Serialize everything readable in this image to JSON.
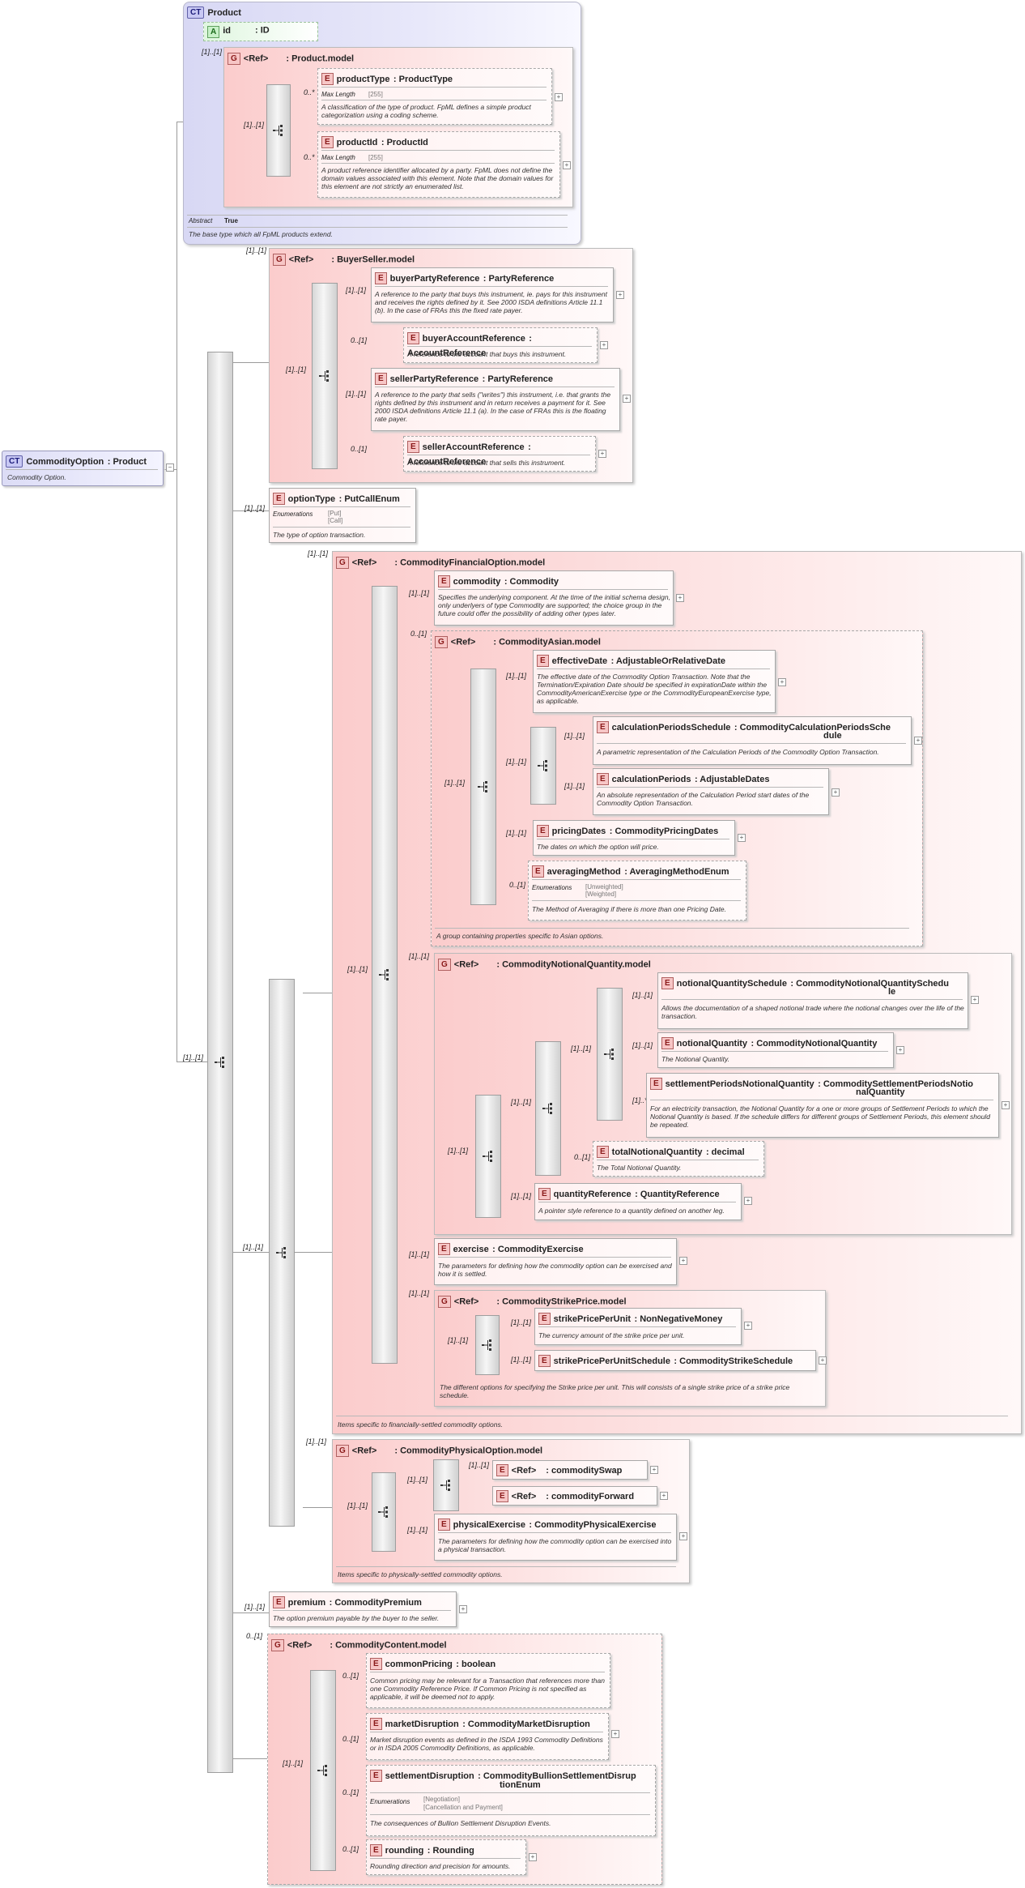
{
  "root": {
    "badge": "CT",
    "name": "CommodityOption",
    "type": ": Product",
    "doc": "Commodity Option."
  },
  "product": {
    "badge": "CT",
    "name": "Product",
    "attr_badge": "A",
    "attr_name": "id",
    "attr_type": ": ID",
    "abstract_label": "Abstract",
    "abstract_value": "True",
    "doc": "The base type which all FpML products extend."
  },
  "groups": {
    "product_model": {
      "badge": "G",
      "ref": "<Ref>",
      "name": ": Product.model"
    },
    "buyer_seller": {
      "badge": "G",
      "ref": "<Ref>",
      "name": ": BuyerSeller.model"
    },
    "financial_option": {
      "badge": "G",
      "ref": "<Ref>",
      "name": ": CommodityFinancialOption.model",
      "doc": "Items specific to financially-settled commodity options."
    },
    "asian": {
      "badge": "G",
      "ref": "<Ref>",
      "name": ": CommodityAsian.model",
      "doc": "A group containing properties specific to Asian options."
    },
    "notional": {
      "badge": "G",
      "ref": "<Ref>",
      "name": ": CommodityNotionalQuantity.model"
    },
    "strike": {
      "badge": "G",
      "ref": "<Ref>",
      "name": ": CommodityStrikePrice.model",
      "doc": "The different options for specifying the Strike price per unit. This will consists of a single strike price of a strike price schedule."
    },
    "physical_option": {
      "badge": "G",
      "ref": "<Ref>",
      "name": ": CommodityPhysicalOption.model",
      "doc": "Items specific to physically-settled commodity options."
    },
    "content": {
      "badge": "G",
      "ref": "<Ref>",
      "name": ": CommodityContent.model"
    }
  },
  "elements": {
    "productType": {
      "badge": "E",
      "name": "productType",
      "type": ": ProductType",
      "facet_label": "Max Length",
      "facet_value": "[255]",
      "doc": "A classification of the type of product. FpML defines a simple product categorization using a coding scheme."
    },
    "productId": {
      "badge": "E",
      "name": "productId",
      "type": ": ProductId",
      "facet_label": "Max Length",
      "facet_value": "[255]",
      "doc": "A product reference identifier allocated by a party. FpML does not define the domain values associated with this element. Note that the domain values for this element are not strictly an enumerated list."
    },
    "buyerPartyReference": {
      "badge": "E",
      "name": "buyerPartyReference",
      "type": ": PartyReference",
      "doc": "A reference to the party that buys this instrument, ie. pays for this instrument and receives the rights defined by it. See 2000 ISDA definitions Article 11.1 (b). In the case of FRAs this the fixed rate payer."
    },
    "buyerAccountReference": {
      "badge": "E",
      "name": "buyerAccountReference",
      "type": ": AccountReference",
      "doc": "A reference to the account that buys this instrument."
    },
    "sellerPartyReference": {
      "badge": "E",
      "name": "sellerPartyReference",
      "type": ": PartyReference",
      "doc": "A reference to the party that sells (\"writes\") this instrument, i.e. that grants the rights defined by this instrument and in return receives a payment for it. See 2000 ISDA definitions Article 11.1 (a). In the case of FRAs this is the floating rate payer."
    },
    "sellerAccountReference": {
      "badge": "E",
      "name": "sellerAccountReference",
      "type": ": AccountReference",
      "doc": "A reference to the account that sells this instrument."
    },
    "optionType": {
      "badge": "E",
      "name": "optionType",
      "type": ": PutCallEnum",
      "facet_label": "Enumerations",
      "facet_value1": "[Put]",
      "facet_value2": "[Call]",
      "doc": "The type of option transaction."
    },
    "commodity": {
      "badge": "E",
      "name": "commodity",
      "type": ": Commodity",
      "doc": "Specifies the underlying component. At the time of the initial schema design, only underlyers of type Commodity are supported; the choice group in the future could offer the possibility of adding other types later."
    },
    "effectiveDate": {
      "badge": "E",
      "name": "effectiveDate",
      "type": ": AdjustableOrRelativeDate",
      "doc": "The effective date of the Commodity Option Transaction. Note that the Termination/Expiration Date should be specified in expirationDate within the CommodityAmericanExercise type or the CommodityEuropeanExercise type, as applicable."
    },
    "calculationPeriodsSchedule": {
      "badge": "E",
      "name": "calculationPeriodsSchedule",
      "type": ": CommodityCalculationPeriodsSche",
      "type2": "dule",
      "doc": "A parametric representation of the Calculation Periods of the Commodity Option Transaction."
    },
    "calculationPeriods": {
      "badge": "E",
      "name": "calculationPeriods",
      "type": ": AdjustableDates",
      "doc": "An absolute representation of the Calculation Period start dates of the Commodity Option Transaction."
    },
    "pricingDates": {
      "badge": "E",
      "name": "pricingDates",
      "type": ": CommodityPricingDates",
      "doc": "The dates on which the option will price."
    },
    "averagingMethod": {
      "badge": "E",
      "name": "averagingMethod",
      "type": ": AveragingMethodEnum",
      "facet_label": "Enumerations",
      "facet_value1": "[Unweighted]",
      "facet_value2": "[Weighted]",
      "doc": "The Method of Averaging if there is more than one Pricing Date."
    },
    "notionalQuantitySchedule": {
      "badge": "E",
      "name": "notionalQuantitySchedule",
      "type": ": CommodityNotionalQuantitySchedu",
      "type2": "le",
      "doc": "Allows the documentation of a shaped notional trade where the notional changes over the life of the transaction."
    },
    "notionalQuantity": {
      "badge": "E",
      "name": "notionalQuantity",
      "type": ": CommodityNotionalQuantity",
      "doc": "The Notional Quantity."
    },
    "settlementPeriodsNotionalQuantity": {
      "badge": "E",
      "name": "settlementPeriodsNotionalQuantity",
      "type": ": CommoditySettlementPeriodsNotio",
      "type2": "nalQuantity",
      "doc": "For an electricity transaction, the Notional Quantity for a one or more groups of Settlement Periods to which the Notional Quantity is based. If the schedule differs for different groups of Settlement Periods, this element should be repeated."
    },
    "totalNotionalQuantity": {
      "badge": "E",
      "name": "totalNotionalQuantity",
      "type": ": decimal",
      "doc": "The Total Notional Quantity."
    },
    "quantityReference": {
      "badge": "E",
      "name": "quantityReference",
      "type": ": QuantityReference",
      "doc": "A pointer style reference to a quantity defined on another leg."
    },
    "exercise": {
      "badge": "E",
      "name": "exercise",
      "type": ": CommodityExercise",
      "doc": "The parameters for defining how the commodity option can be exercised and how it is settled."
    },
    "strikePricePerUnit": {
      "badge": "E",
      "name": "strikePricePerUnit",
      "type": ": NonNegativeMoney",
      "doc": "The currency amount of the strike price per unit."
    },
    "strikePricePerUnitSchedule": {
      "badge": "E",
      "name": "strikePricePerUnitSchedule",
      "type": ": CommodityStrikeSchedule"
    },
    "commoditySwap": {
      "badge": "E",
      "ref": "<Ref>",
      "name": ": commoditySwap"
    },
    "commodityForward": {
      "badge": "E",
      "ref": "<Ref>",
      "name": ": commodityForward"
    },
    "physicalExercise": {
      "badge": "E",
      "name": "physicalExercise",
      "type": ": CommodityPhysicalExercise",
      "doc": "The parameters for defining how the commodity option can be exercised into a physical transaction."
    },
    "premium": {
      "badge": "E",
      "name": "premium",
      "type": ": CommodityPremium",
      "doc": "The option premium payable by the buyer to the seller."
    },
    "commonPricing": {
      "badge": "E",
      "name": "commonPricing",
      "type": ": boolean",
      "doc": "Common pricing may be relevant for a Transaction that references more than one Commodity Reference Price. If Common Pricing is not specified as applicable, it will be deemed not to apply."
    },
    "marketDisruption": {
      "badge": "E",
      "name": "marketDisruption",
      "type": ": CommodityMarketDisruption",
      "doc": "Market disruption events as defined in the ISDA 1993 Commodity Definitions or in ISDA 2005 Commodity Definitions, as applicable."
    },
    "settlementDisruption": {
      "badge": "E",
      "name": "settlementDisruption",
      "type": ": CommodityBullionSettlementDisrup",
      "type2": "tionEnum",
      "facet_label": "Enumerations",
      "facet_value1": "[Negotiation]",
      "facet_value2": "[Cancellation and Payment]",
      "doc": "The consequences of Bullion Settlement Disruption Events."
    },
    "rounding": {
      "badge": "E",
      "name": "rounding",
      "type": ": Rounding",
      "doc": "Rounding direction and precision for amounts."
    }
  },
  "cardinalities": {
    "c11": "[1]..[1]",
    "c0n": "0..*",
    "c01": "0..[1]",
    "c1n": "[1]..*"
  },
  "colors": {
    "group_fill": "#fde4e4",
    "complex_type_fill": "#e8e8fa",
    "element_fill": "#fff6f6",
    "connector": "#9a9a9a"
  }
}
